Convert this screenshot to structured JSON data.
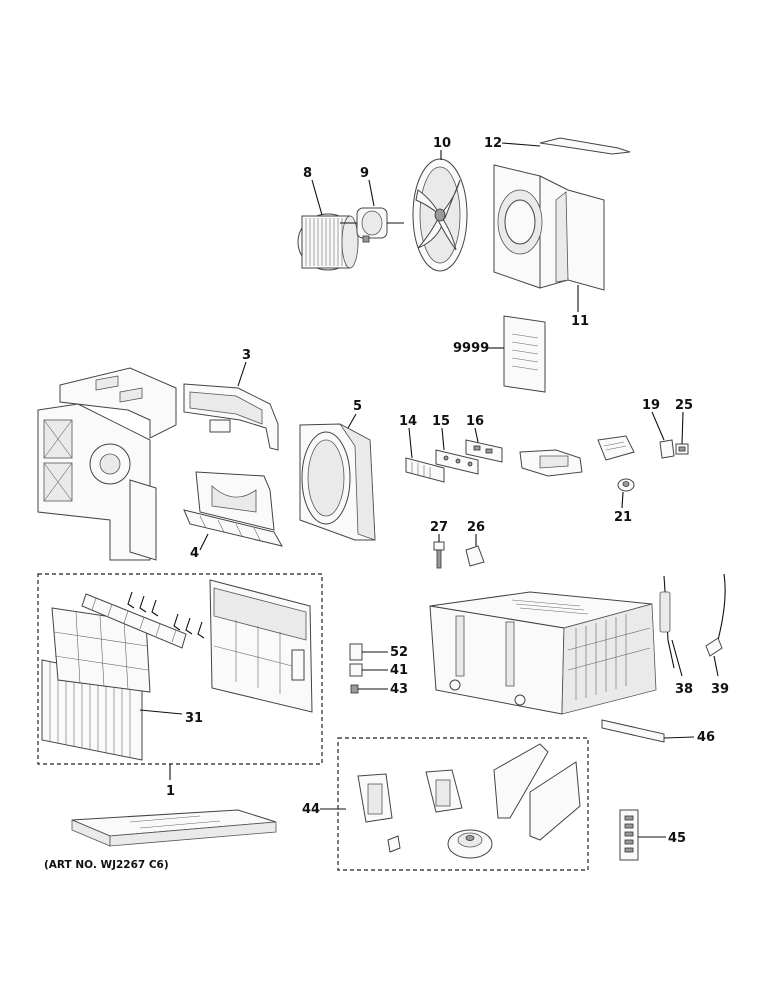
{
  "parts": {
    "p8": "8",
    "p9": "9",
    "p10": "10",
    "p12": "12",
    "p11": "11",
    "p9999": "9999",
    "p3": "3",
    "p5": "5",
    "p4": "4",
    "p14": "14",
    "p15": "15",
    "p16": "16",
    "p19": "19",
    "p25": "25",
    "p21": "21",
    "p27": "27",
    "p26": "26",
    "p52": "52",
    "p41": "41",
    "p43": "43",
    "p31": "31",
    "p1": "1",
    "p38": "38",
    "p39": "39",
    "p46": "46",
    "p44": "44",
    "p45": "45"
  },
  "art_no": "(ART NO. WJ2267 C6)"
}
